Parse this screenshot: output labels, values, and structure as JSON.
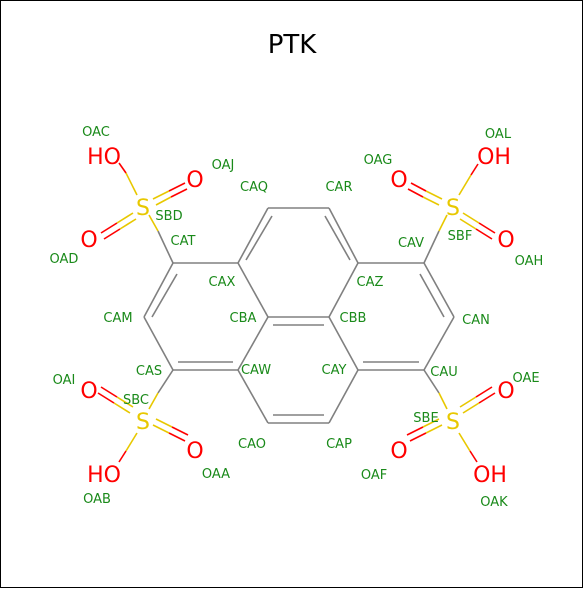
{
  "title": "PTK",
  "colors": {
    "carbon": "#808080",
    "label": "#1a8a1a",
    "oxygen": "#ff0000",
    "sulfur": "#e8c800"
  },
  "carbon_labels": {
    "CAQ": "CAQ",
    "CAR": "CAR",
    "CAX": "CAX",
    "CAZ": "CAZ",
    "CAT": "CAT",
    "CAV": "CAV",
    "CAM": "CAM",
    "CAN": "CAN",
    "CBA": "CBA",
    "CBB": "CBB",
    "CAS": "CAS",
    "CAU": "CAU",
    "CAW": "CAW",
    "CAY": "CAY",
    "CAO": "CAO",
    "CAP": "CAP"
  },
  "sulfur_labels": {
    "SBD": "SBD",
    "SBF": "SBF",
    "SBC": "SBC",
    "SBE": "SBE"
  },
  "oxygen_labels": {
    "OAC": "OAC",
    "OAJ": "OAJ",
    "OAD": "OAD",
    "OAG": "OAG",
    "OAL": "OAL",
    "OAH": "OAH",
    "OAI": "OAI",
    "OAB": "OAB",
    "OAA": "OAA",
    "OAE": "OAE",
    "OAF": "OAF",
    "OAK": "OAK"
  },
  "symbols": {
    "O": "O",
    "S": "S",
    "HO": "HO",
    "OH": "OH"
  }
}
